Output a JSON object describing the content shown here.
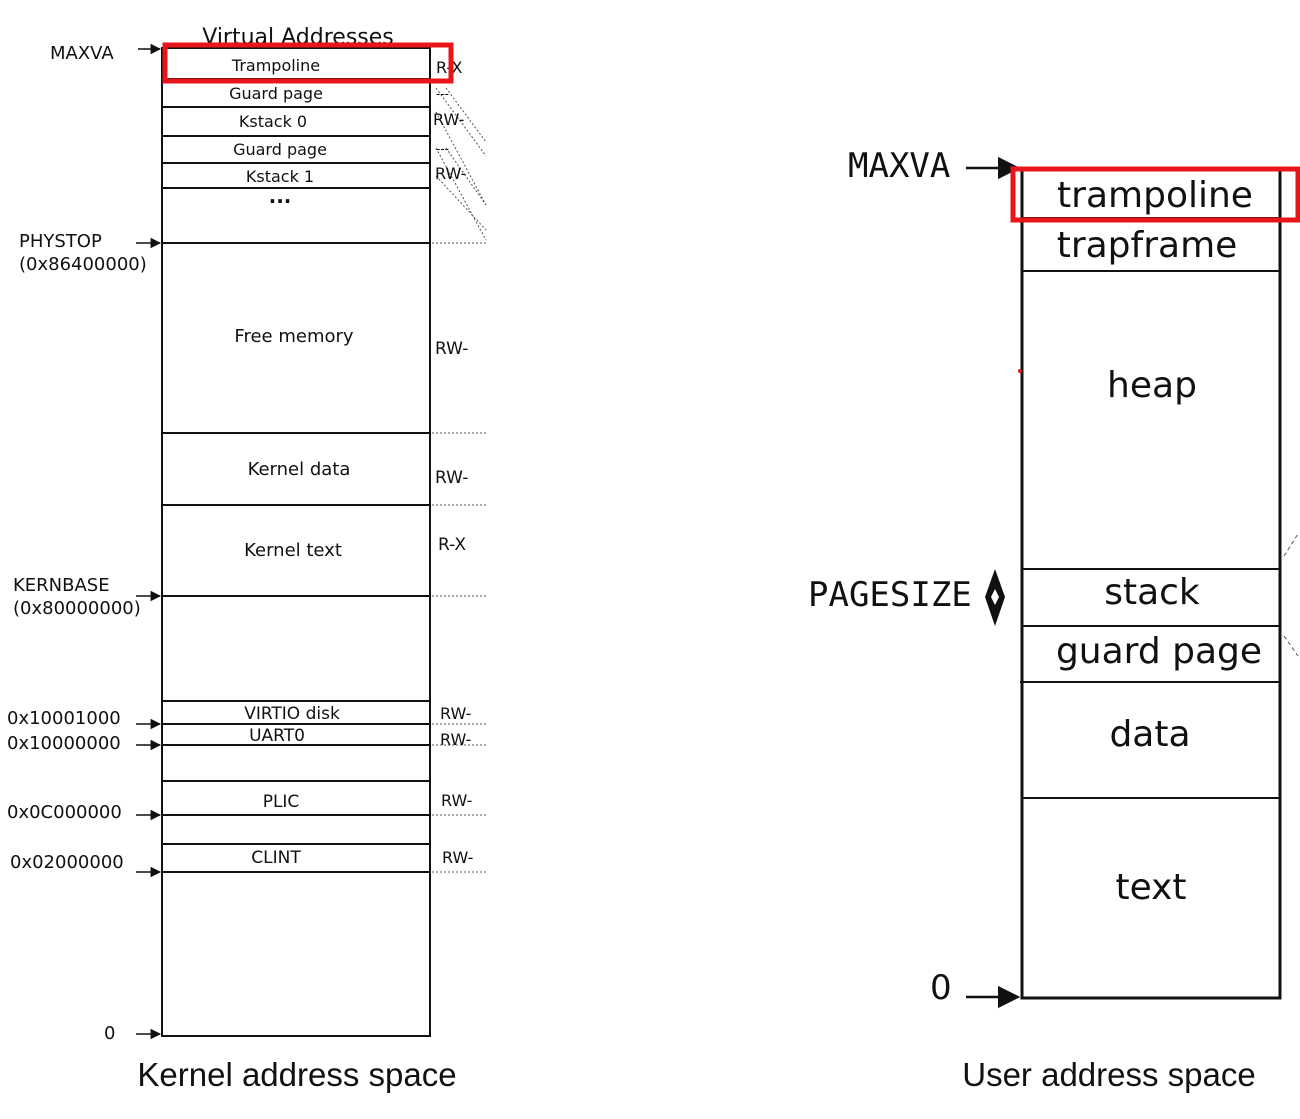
{
  "kernel": {
    "header": "Virtual Addresses",
    "caption": "Kernel address space",
    "regions": [
      {
        "id": "trampoline",
        "label": "Trampoline",
        "perm": "R-X"
      },
      {
        "id": "guard1",
        "label": "Guard page",
        "perm": "---"
      },
      {
        "id": "kstack0",
        "label": "Kstack 0",
        "perm": "RW-"
      },
      {
        "id": "guard2",
        "label": "Guard page",
        "perm": "---"
      },
      {
        "id": "kstack1",
        "label": "Kstack 1",
        "perm": "RW-"
      },
      {
        "id": "ellipsis",
        "label": "...",
        "perm": ""
      },
      {
        "id": "freemem",
        "label": "Free memory",
        "perm": "RW-"
      },
      {
        "id": "kdata",
        "label": "Kernel data",
        "perm": "RW-"
      },
      {
        "id": "ktext",
        "label": "Kernel text",
        "perm": "R-X"
      },
      {
        "id": "virtio",
        "label": "VIRTIO disk",
        "perm": "RW-"
      },
      {
        "id": "uart",
        "label": "UART0",
        "perm": "RW-"
      },
      {
        "id": "plic",
        "label": "PLIC",
        "perm": "RW-"
      },
      {
        "id": "clint",
        "label": "CLINT",
        "perm": "RW-"
      }
    ],
    "addresses": {
      "maxva": "MAXVA",
      "phystop_1": "PHYSTOP",
      "phystop_2": "(0x86400000)",
      "kernbase_1": "KERNBASE",
      "kernbase_2": "(0x80000000)",
      "virtio": "0x10001000",
      "uart": "0x10000000",
      "plic": "0x0C000000",
      "clint": "0x02000000",
      "zero": "0"
    }
  },
  "user": {
    "caption": "User address space",
    "maxva": "MAXVA",
    "pagesize": "PAGESIZE",
    "zero": "0",
    "regions": [
      {
        "id": "trampoline",
        "label": "trampoline"
      },
      {
        "id": "trapframe",
        "label": "trapframe"
      },
      {
        "id": "heap",
        "label": "heap"
      },
      {
        "id": "stack",
        "label": "stack"
      },
      {
        "id": "guard",
        "label": "guard page"
      },
      {
        "id": "data",
        "label": "data"
      },
      {
        "id": "text",
        "label": "text"
      }
    ]
  },
  "highlight_color": "#e8151b"
}
